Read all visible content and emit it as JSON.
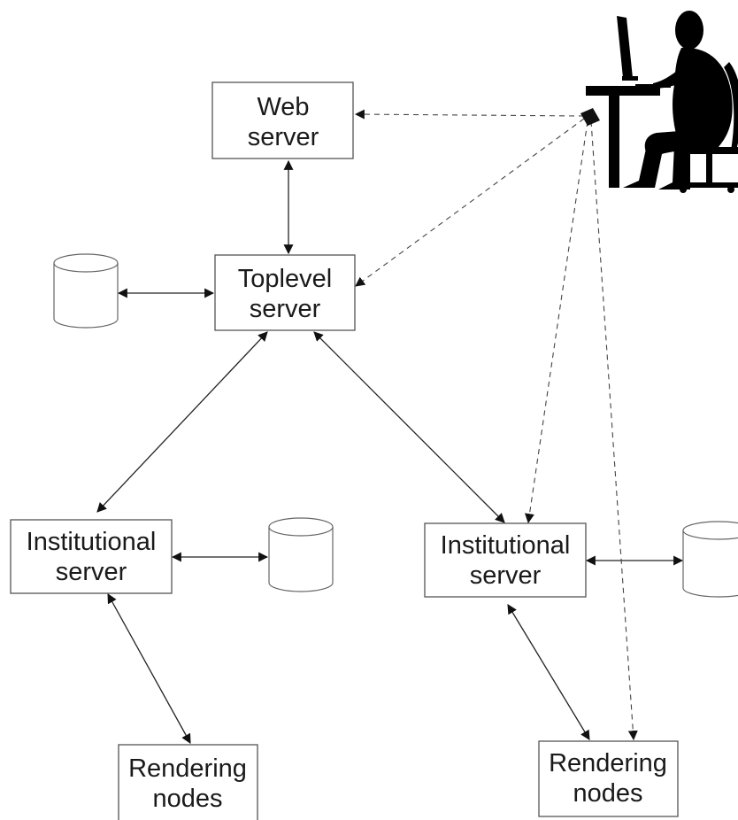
{
  "nodes": {
    "web_server": {
      "line1": "Web",
      "line2": "server"
    },
    "toplevel_server": {
      "line1": "Toplevel",
      "line2": "server"
    },
    "institutional_server_left": {
      "line1": "Institutional",
      "line2": "server"
    },
    "institutional_server_right": {
      "line1": "Institutional",
      "line2": "server"
    },
    "rendering_nodes_left": {
      "line1": "Rendering",
      "line2": "nodes"
    },
    "rendering_nodes_right": {
      "line1": "Rendering",
      "line2": "nodes"
    }
  },
  "icons": {
    "user": "user-at-computer-icon",
    "database": "database-icon"
  },
  "colors": {
    "line": "#222222",
    "box_border": "#555555",
    "background": "#ffffff"
  }
}
